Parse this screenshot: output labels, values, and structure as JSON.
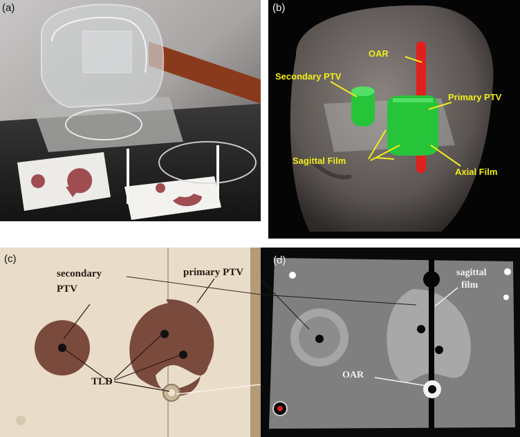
{
  "panels": {
    "a": {
      "label": "(a)"
    },
    "b": {
      "label": "(b)",
      "annotations": {
        "oar": "OAR",
        "secondary_ptv": "Secondary PTV",
        "primary_ptv": "Primary PTV",
        "sagittal_film": "Sagittal Film",
        "axial_film": "Axial Film"
      }
    },
    "c": {
      "label": "(c)",
      "annotations": {
        "secondary_1": "secondary",
        "secondary_2": "PTV",
        "primary": "primary PTV",
        "tld": "TLD"
      }
    },
    "d": {
      "label": "(d)",
      "annotations": {
        "sagittal": "sagittal",
        "film": "film",
        "oar": "OAR"
      }
    }
  },
  "colors": {
    "annotation_yellow": "#f2ee1a",
    "ptv_green": "#27c43a",
    "oar_red": "#e0201e",
    "ptv_brown": "#7a4a3c"
  }
}
